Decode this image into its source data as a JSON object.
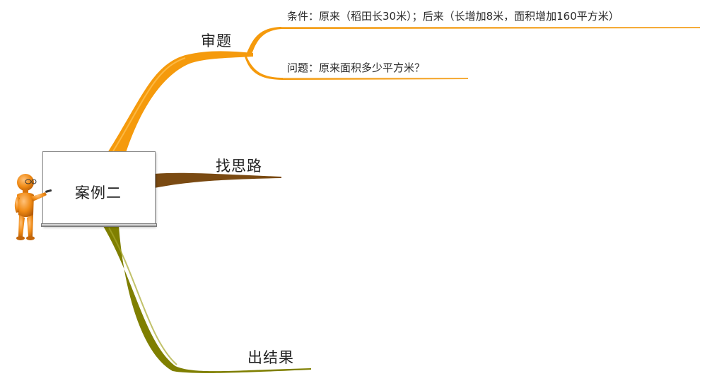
{
  "root": {
    "label": "案例二"
  },
  "branches": [
    {
      "label": "审题",
      "color": "#F59A0C",
      "children": [
        {
          "label": "条件：原来（稻田长30米）；后来（长增加8米，面积增加160平方米）"
        },
        {
          "label": "问题：原来面积多少平方米？"
        }
      ]
    },
    {
      "label": "找思路",
      "color": "#7A4A12",
      "children": []
    },
    {
      "label": "出结果",
      "color": "#7F7F00",
      "children": []
    }
  ],
  "presenter_color": "#F08A14"
}
